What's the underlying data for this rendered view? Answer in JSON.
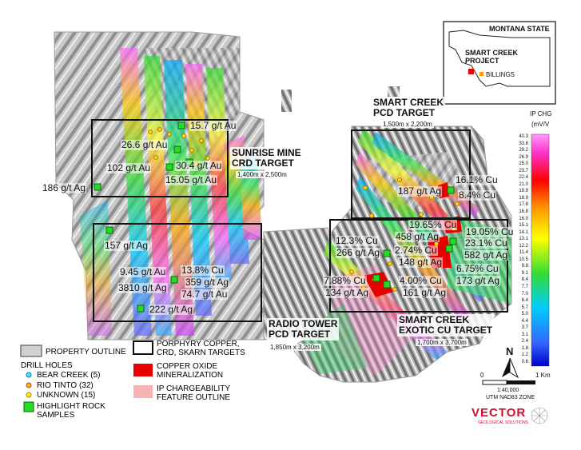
{
  "inset": {
    "state": "MONTANA STATE",
    "project": "SMART CREEK\nPROJECT",
    "city": "BILLINGS"
  },
  "targets": {
    "sunrise": "SUNRISE MINE\nCRD TARGET",
    "sunrise_dim": "1,400m x 2,500m",
    "smart_pcd": "SMART CREEK\nPCD TARGET",
    "smart_pcd_dim": "1,500m x 2,200m",
    "radio": "RADIO TOWER\nPCD TARGET",
    "radio_dim": "1,850m x 3,200m",
    "exotic": "SMART CREEK\nEXOTIC CU TARGET",
    "exotic_dim": "1,700m x 3,700m"
  },
  "samples": [
    {
      "id": "s1",
      "text": "15.7 g/t Au"
    },
    {
      "id": "s2",
      "text": "26.6 g/t Au"
    },
    {
      "id": "s3",
      "text": "102 g/t Au"
    },
    {
      "id": "s4",
      "text": "30.4 g/t Au"
    },
    {
      "id": "s5",
      "text": "15.05 g/t Au"
    },
    {
      "id": "s6",
      "text": "186 g/t Ag"
    },
    {
      "id": "s7",
      "text": "157 g/t Ag"
    },
    {
      "id": "s8",
      "text": "9.45 g/t Au"
    },
    {
      "id": "s9",
      "text": "13.8% Cu"
    },
    {
      "id": "s10",
      "text": "359 g/t Ag"
    },
    {
      "id": "s11",
      "text": "3810 g/t Ag"
    },
    {
      "id": "s12",
      "text": "74.7 g/t Au"
    },
    {
      "id": "s13",
      "text": "222 g/t Ag"
    },
    {
      "id": "s14",
      "text": "187 g/t Ag"
    },
    {
      "id": "s15",
      "text": "16.1% Cu"
    },
    {
      "id": "s16",
      "text": "8.4% Cu"
    },
    {
      "id": "s17",
      "text": "19.65% Cu"
    },
    {
      "id": "s18",
      "text": "458 g/t Ag"
    },
    {
      "id": "s19",
      "text": "19.05% Cu"
    },
    {
      "id": "s20",
      "text": "12.3% Cu"
    },
    {
      "id": "s21",
      "text": "23.1% Cu"
    },
    {
      "id": "s22",
      "text": "266 g/t Ag"
    },
    {
      "id": "s23",
      "text": "2.74% Cu"
    },
    {
      "id": "s24",
      "text": "582 g/t Ag"
    },
    {
      "id": "s25",
      "text": "148 g/t Ag"
    },
    {
      "id": "s26",
      "text": "6.75% Cu"
    },
    {
      "id": "s27",
      "text": "7.88% Cu"
    },
    {
      "id": "s28",
      "text": "4.00% Cu"
    },
    {
      "id": "s29",
      "text": "173 g/t Ag"
    },
    {
      "id": "s30",
      "text": "134 g/t Ag"
    },
    {
      "id": "s31",
      "text": "161 g/t Ag"
    }
  ],
  "legend": {
    "property": "PROPERTY OUTLINE",
    "porphyry": "PORPHYRY COPPER,\nCRD, SKARN TARGETS",
    "drill_title": "DRILL HOLES",
    "bear": "BEAR CREEK (5)",
    "rio": "RIO TINTO (32)",
    "unknown": "UNKNOWN (15)",
    "rock": "HIGHLIGHT ROCK\nSAMPLES",
    "copper": "COPPER OXIDE\nMINERALIZATION",
    "ip": "IP CHARGEABILITY\nFEATURE OUTLINE"
  },
  "colorbar": {
    "title": "IP CHG",
    "units": "(mV/V",
    "ticks": [
      "40.3",
      "33.6",
      "29.2",
      "26.9",
      "25.0",
      "23.7",
      "22.4",
      "21.0",
      "19.9",
      "18.9",
      "17.8",
      "16.8",
      "16.0",
      "15.1",
      "14.1",
      "13.1",
      "12.2",
      "11.4",
      "10.5",
      "9.8",
      "9.1",
      "8.4",
      "7.7",
      "7.0",
      "6.4",
      "5.7",
      "5.0",
      "4.4",
      "3.7",
      "3.1",
      "2.4",
      "1.8",
      "1.2",
      "0.6"
    ]
  },
  "colors": {
    "copper_oxide": "#e60000",
    "ip_outline": "#f5b3b3",
    "sample_green": "#22dd22",
    "property_gray": "#888888",
    "vector_red": "#c8102e"
  },
  "north": "N",
  "scale": {
    "zero": "0",
    "one": "1 Km",
    "ratio": "1:40,000",
    "proj": "UTM NAD83 ZONE"
  },
  "logo": {
    "name": "VECTOR",
    "sub": "GEOLOGICAL SOLUTIONS"
  }
}
